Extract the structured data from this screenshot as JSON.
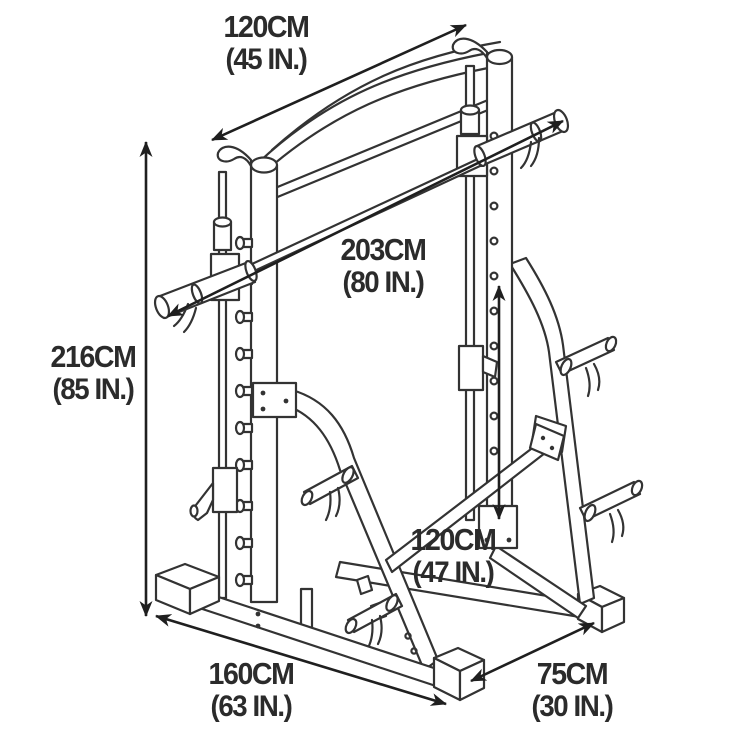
{
  "page": {
    "background_color": "#ffffff",
    "ink_color": "#333333",
    "text_color": "#2b2b2b"
  },
  "diagram": {
    "name": "smith-machine-dimension-diagram",
    "labels": {
      "top_width": {
        "cm": "120CM",
        "inch": "(45 IN.)"
      },
      "height": {
        "cm": "216CM",
        "inch": "(85 IN.)"
      },
      "bar_length": {
        "cm": "203CM",
        "inch": "(80 IN.)"
      },
      "upright_height": {
        "cm": "120CM",
        "inch": "(47 IN.)"
      },
      "base_length": {
        "cm": "160CM",
        "inch": "(63 IN.)"
      },
      "base_depth": {
        "cm": "75CM",
        "inch": "(30 IN.)"
      }
    },
    "measurements": [
      {
        "id": "top_width",
        "cm": 120,
        "inches": 45
      },
      {
        "id": "height",
        "cm": 216,
        "inches": 85
      },
      {
        "id": "bar_length",
        "cm": 203,
        "inches": 80
      },
      {
        "id": "upright_height",
        "cm": 120,
        "inches": 47
      },
      {
        "id": "base_length",
        "cm": 160,
        "inches": 63
      },
      {
        "id": "base_depth",
        "cm": 75,
        "inches": 30
      }
    ]
  }
}
